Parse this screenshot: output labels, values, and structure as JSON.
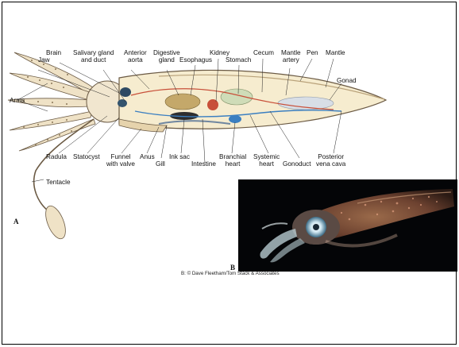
{
  "figure": {
    "panel_a_label": "A",
    "panel_b_label": "B",
    "credit": "B: © Dave Fleetham/Tom Stack & Associates"
  },
  "labels": {
    "brain": "Brain",
    "jaw": "Jaw",
    "salivary_gland_1": "Salivary gland",
    "salivary_gland_2": "and duct",
    "anterior_aorta_1": "Anterior",
    "anterior_aorta_2": "aorta",
    "digestive_gland_1": "Digestive",
    "digestive_gland_2": "gland",
    "esophagus": "Esophagus",
    "kidney": "Kidney",
    "stomach": "Stomach",
    "cecum": "Cecum",
    "mantle_artery_1": "Mantle",
    "mantle_artery_2": "artery",
    "pen": "Pen",
    "mantle": "Mantle",
    "gonad": "Gonad",
    "arms": "Arms",
    "radula": "Radula",
    "statocyst": "Statocyst",
    "funnel_1": "Funnel",
    "funnel_2": "with valve",
    "anus": "Anus",
    "gill": "Gill",
    "ink_sac": "Ink sac",
    "intestine": "Intestine",
    "branchial_heart_1": "Branchial",
    "branchial_heart_2": "heart",
    "systemic_heart_1": "Systemic",
    "systemic_heart_2": "heart",
    "gonoduct": "Gonoduct",
    "posterior_vena_cava_1": "Posterior",
    "posterior_vena_cava_2": "vena cava",
    "tentacle": "Tentacle"
  }
}
